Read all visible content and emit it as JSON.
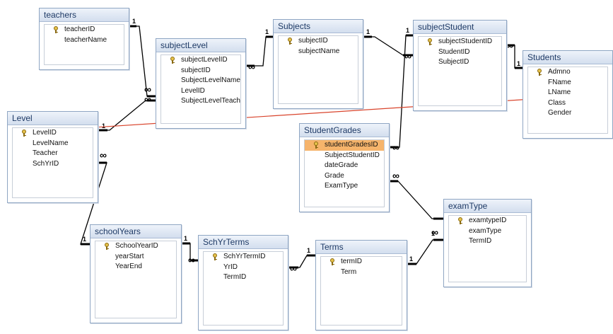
{
  "tables": [
    {
      "id": "teachers",
      "title": "teachers",
      "fields": [
        {
          "name": "teacherID",
          "pk": true
        },
        {
          "name": "teacherName"
        }
      ]
    },
    {
      "id": "subjectLevel",
      "title": "subjectLevel",
      "fields": [
        {
          "name": "subjectLevelID",
          "pk": true
        },
        {
          "name": "subjectID"
        },
        {
          "name": "SubjectLevelName"
        },
        {
          "name": "LevelID"
        },
        {
          "name": "SubjectLevelTeacher"
        }
      ]
    },
    {
      "id": "Subjects",
      "title": "Subjects",
      "fields": [
        {
          "name": "subjectID",
          "pk": true
        },
        {
          "name": "subjectName"
        }
      ]
    },
    {
      "id": "subjectStudent",
      "title": "subjectStudent",
      "fields": [
        {
          "name": "subjectStudentID",
          "pk": true
        },
        {
          "name": "StudentID"
        },
        {
          "name": "SubjectID"
        }
      ]
    },
    {
      "id": "Students",
      "title": "Students",
      "fields": [
        {
          "name": "Admno",
          "pk": true
        },
        {
          "name": "FName"
        },
        {
          "name": "LName"
        },
        {
          "name": "Class"
        },
        {
          "name": "Gender"
        }
      ]
    },
    {
      "id": "Level",
      "title": "Level",
      "fields": [
        {
          "name": "LevelID",
          "pk": true
        },
        {
          "name": "LevelName"
        },
        {
          "name": "Teacher"
        },
        {
          "name": "SchYrID"
        }
      ]
    },
    {
      "id": "StudentGrades",
      "title": "StudentGrades",
      "fields": [
        {
          "name": "studentGradesID",
          "pk": true,
          "selected": true
        },
        {
          "name": "SubjectStudentID"
        },
        {
          "name": "dateGrade"
        },
        {
          "name": "Grade"
        },
        {
          "name": "ExamType"
        }
      ]
    },
    {
      "id": "examType",
      "title": "examType",
      "fields": [
        {
          "name": "examtypeID",
          "pk": true
        },
        {
          "name": "examType"
        },
        {
          "name": "TermID"
        }
      ]
    },
    {
      "id": "schoolYears",
      "title": "schoolYears",
      "fields": [
        {
          "name": "SchoolYearID",
          "pk": true
        },
        {
          "name": "yearStart"
        },
        {
          "name": "YearEnd"
        }
      ]
    },
    {
      "id": "SchYrTerms",
      "title": "SchYrTerms",
      "fields": [
        {
          "name": "SchYrTermID",
          "pk": true
        },
        {
          "name": "YrID"
        },
        {
          "name": "TermID"
        }
      ]
    },
    {
      "id": "Terms",
      "title": "Terms",
      "fields": [
        {
          "name": "termID",
          "pk": true
        },
        {
          "name": "Term"
        }
      ]
    }
  ],
  "relationships": [
    {
      "from": "teachers",
      "to": "subjectLevel",
      "from_card": "1",
      "to_card": "∞"
    },
    {
      "from": "subjectLevel",
      "to": "Subjects",
      "from_card": "∞",
      "to_card": "1"
    },
    {
      "from": "Subjects",
      "to": "subjectStudent",
      "from_card": "1",
      "to_card": "∞"
    },
    {
      "from": "subjectStudent",
      "to": "Students",
      "from_card": "∞",
      "to_card": "1"
    },
    {
      "from": "Level",
      "to": "subjectLevel",
      "from_card": "1",
      "to_card": "∞"
    },
    {
      "from": "subjectStudent",
      "to": "StudentGrades",
      "from_card": "1",
      "to_card": "∞"
    },
    {
      "from": "StudentGrades",
      "to": "examType",
      "from_card": "∞",
      "to_card": "1"
    },
    {
      "from": "Level",
      "to": "schoolYears",
      "from_card": "∞",
      "to_card": "1"
    },
    {
      "from": "schoolYears",
      "to": "SchYrTerms",
      "from_card": "1",
      "to_card": "∞"
    },
    {
      "from": "SchYrTerms",
      "to": "Terms",
      "from_card": "∞",
      "to_card": "1"
    },
    {
      "from": "Terms",
      "to": "examType",
      "from_card": "1",
      "to_card": "∞"
    },
    {
      "from": "Level",
      "to": "Students",
      "from_card": "",
      "to_card": "",
      "style": "plain",
      "color": "#d9442c"
    }
  ],
  "colors": {
    "title_text": "#1e3a66",
    "line": "#000000",
    "selected_row": "#f6b46b",
    "drawn_line": "#d9442c"
  },
  "icons": {
    "primary_key": "key-icon"
  }
}
